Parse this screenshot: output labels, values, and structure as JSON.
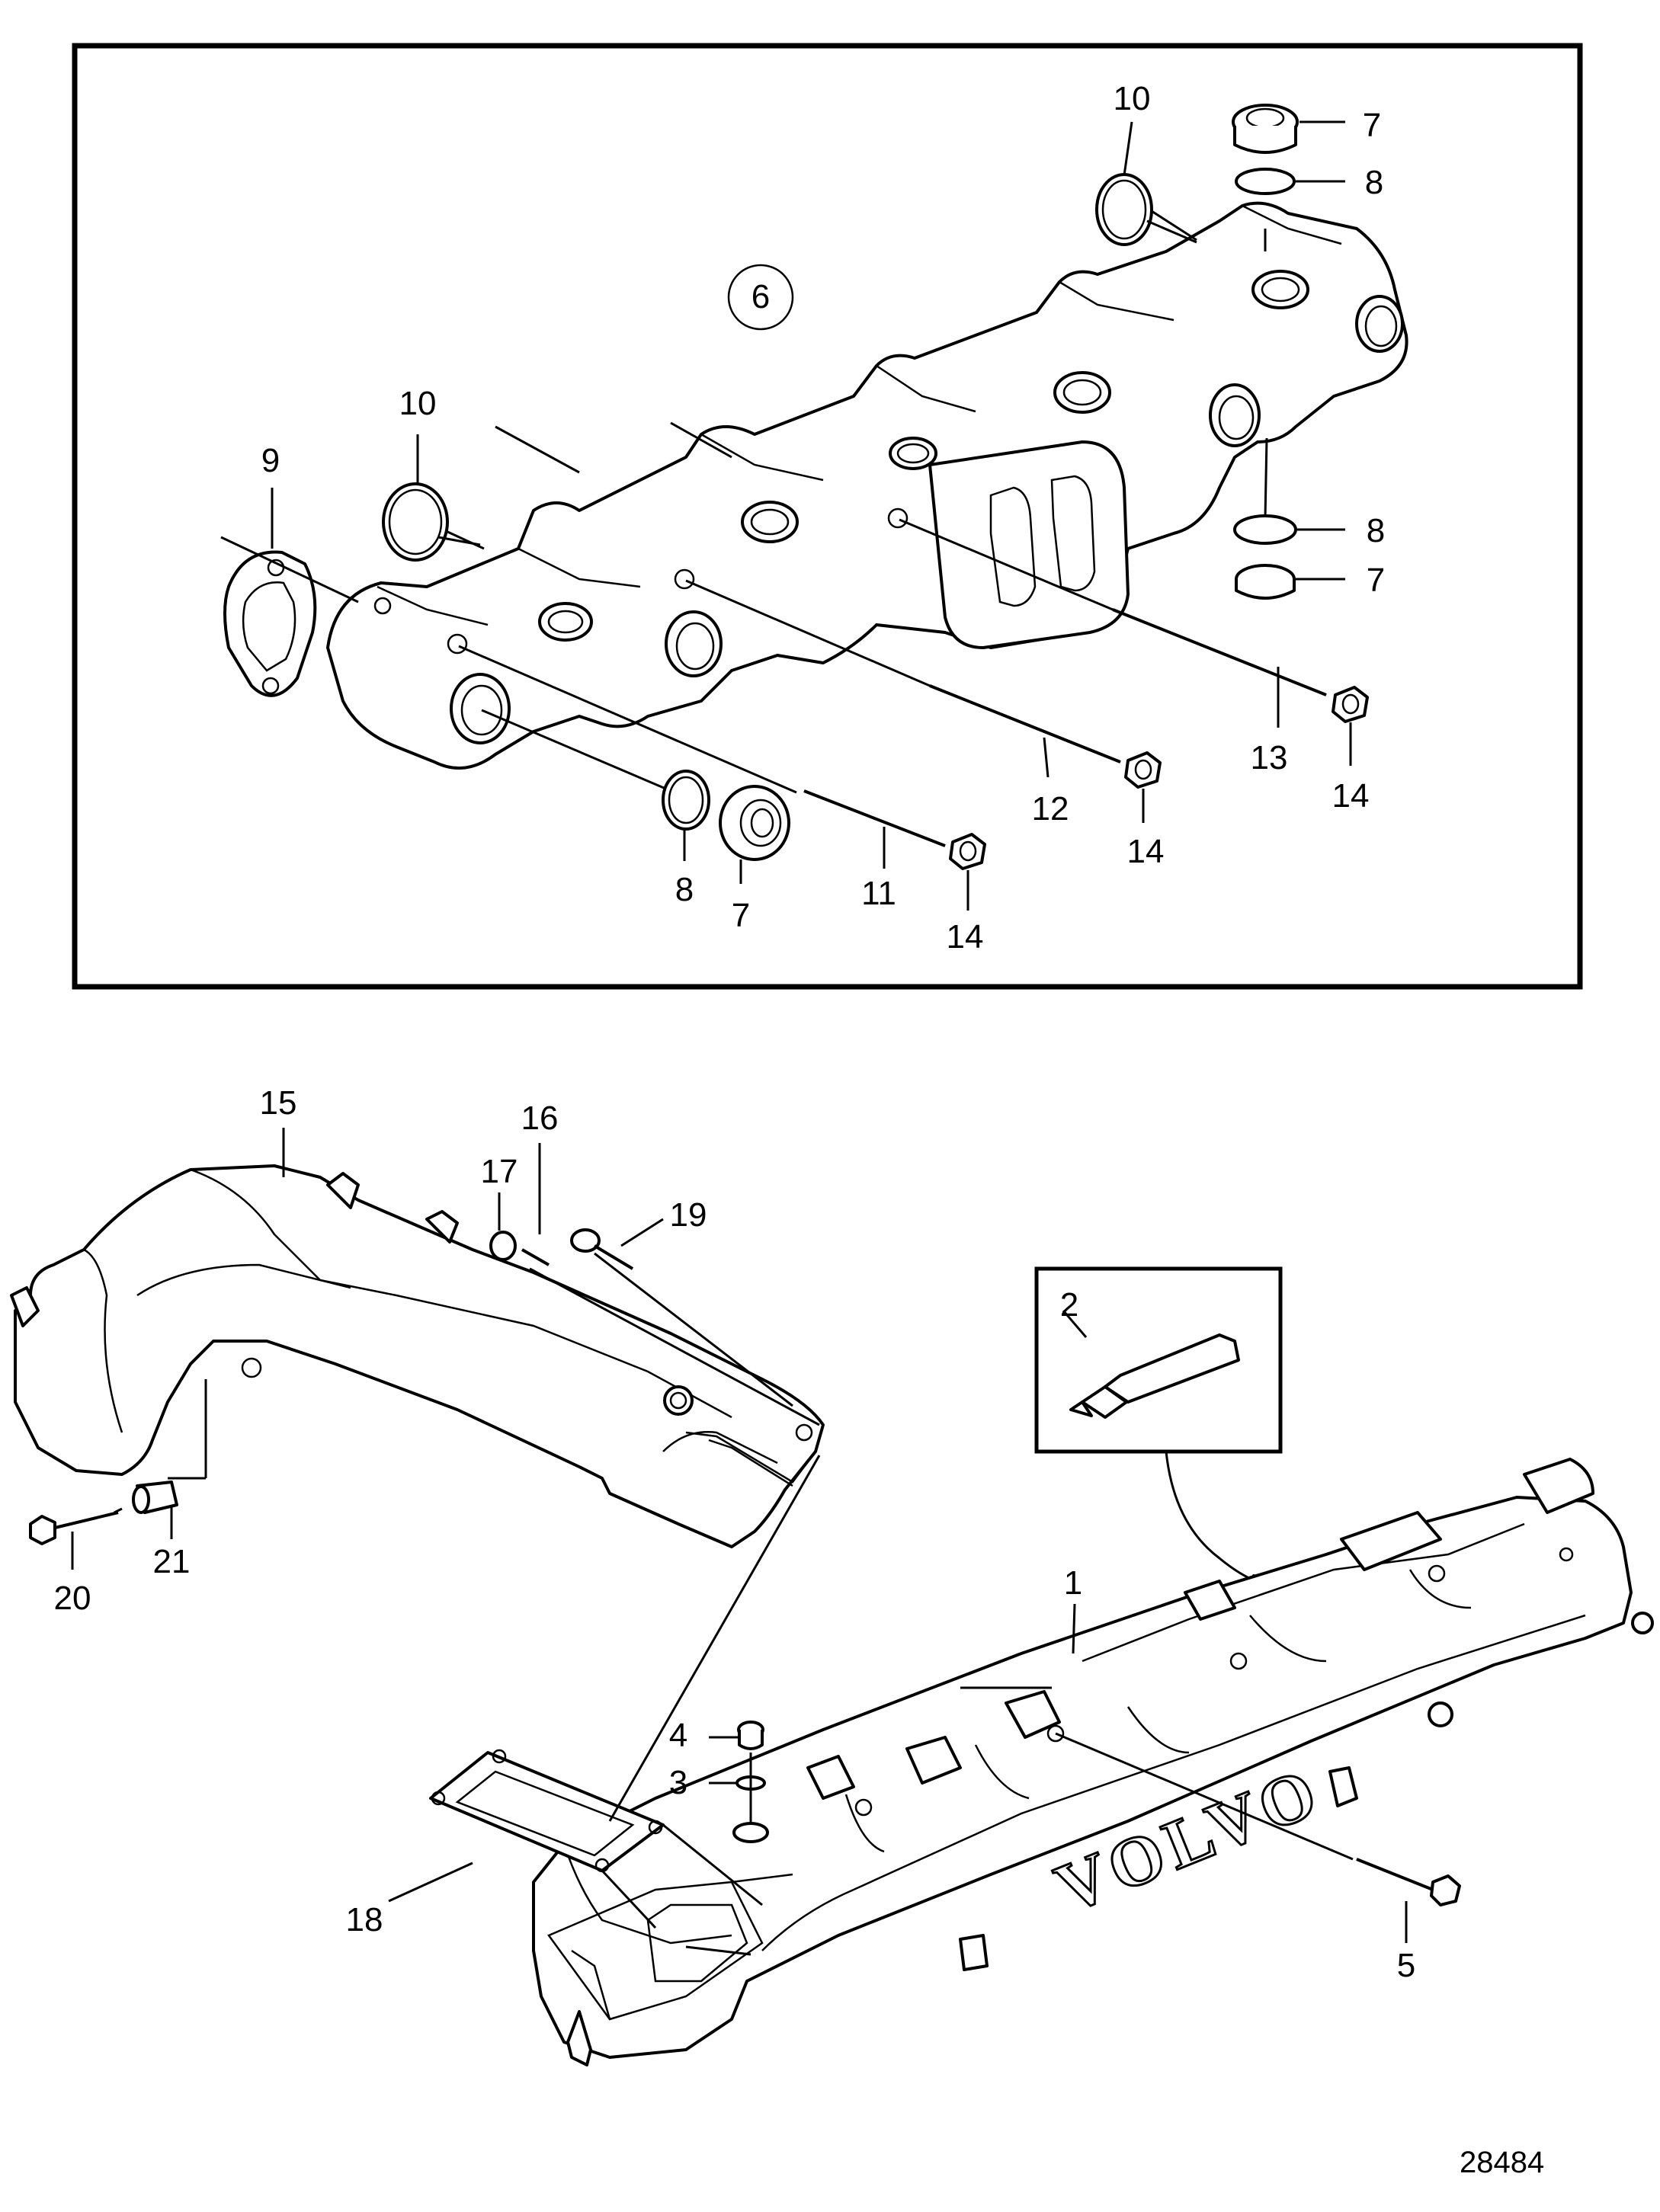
{
  "callouts": {
    "c1": "1",
    "c2": "2",
    "c3": "3",
    "c4": "4",
    "c5": "5",
    "c6": "6",
    "c7a": "7",
    "c7b": "7",
    "c7c": "7",
    "c8a": "8",
    "c8b": "8",
    "c8c": "8",
    "c9": "9",
    "c10a": "10",
    "c10b": "10",
    "c11": "11",
    "c12": "12",
    "c13": "13",
    "c14a": "14",
    "c14b": "14",
    "c14c": "14",
    "c15": "15",
    "c16": "16",
    "c17": "17",
    "c18": "18",
    "c19": "19",
    "c20": "20",
    "c21": "21"
  },
  "brand_text": "VOLVO",
  "drawing_number": "28484"
}
